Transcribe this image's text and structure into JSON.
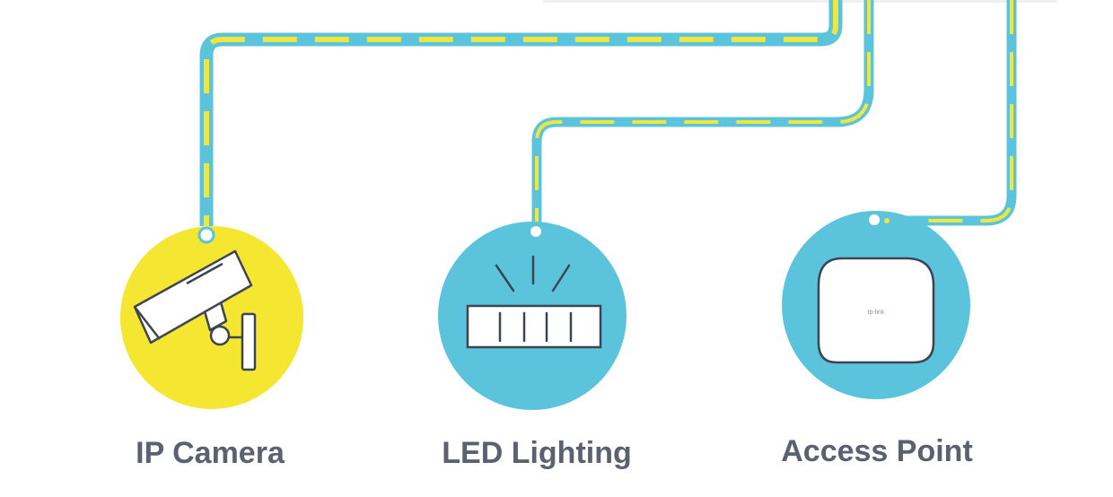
{
  "colors": {
    "cable": "#5bc4dc",
    "cable_dash": "#f0e63c",
    "camera_circle": "#f5e632",
    "led_circle": "#5bc4dc",
    "ap_circle": "#5bc4dc",
    "outline": "#3d4552",
    "label": "#5c6170"
  },
  "devices": [
    {
      "id": "camera",
      "label": "IP Camera",
      "icon": "security-camera-icon"
    },
    {
      "id": "led",
      "label": "LED Lighting",
      "icon": "led-light-icon"
    },
    {
      "id": "ap",
      "label": "Access Point",
      "icon": "access-point-icon",
      "logo_text": "tp-link"
    }
  ]
}
